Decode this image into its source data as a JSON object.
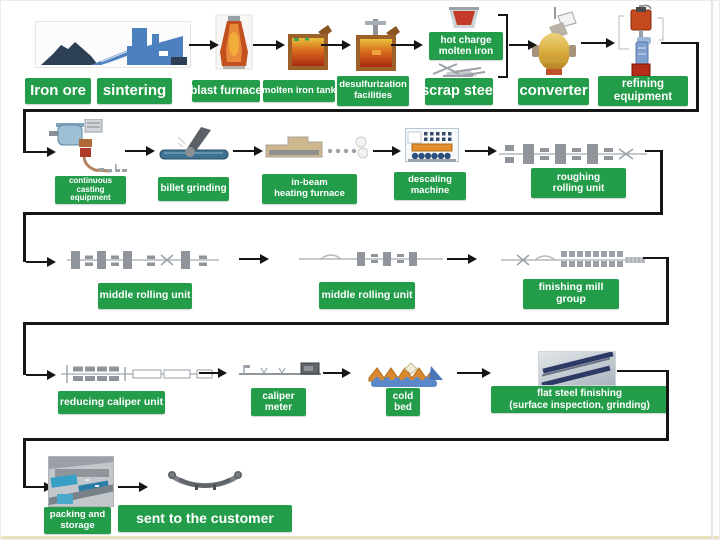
{
  "colors": {
    "label_green": "#249d4b",
    "label_text": "#ffffff",
    "line": "#161616"
  },
  "labels": {
    "iron_ore": "Iron ore",
    "sintering": "sintering",
    "blast_furnace": "blast furnace",
    "molten_iron_tank": "molten iron tank",
    "desulfurization_facilities": "desulfurization facilities",
    "hot_charge_molten_iron": "hot charge molten iron",
    "scrap_steel": "scrap steel",
    "converter": "converter",
    "refining_equipment": "refining equipment",
    "continuous_casting_equipment": "continuous casting equipment",
    "billet_grinding": "billet grinding",
    "in_beam_heating_furnace": {
      "line1": "in-beam",
      "line2": "heating furnace"
    },
    "descaling_machine": "descaling machine",
    "roughing_rolling_unit": {
      "line1": "roughing",
      "line2": "rolling unit"
    },
    "middle_rolling_unit_1": "middle rolling unit",
    "middle_rolling_unit_2": "middle rolling unit",
    "finishing_mill_group": "finishing mill group",
    "reducing_caliper_unit": "reducing caliper unit",
    "caliper_meter": "caliper meter",
    "cold_bed": "cold bed",
    "flat_steel_finishing": {
      "line1": "flat steel finishing",
      "line2": "(surface inspection, grinding)"
    },
    "packing_and_storage": "packing and storage",
    "sent_to_the_customer": "sent to the customer"
  },
  "process_order": [
    "Iron ore",
    "sintering",
    "blast furnace",
    "molten iron tank",
    "desulfurization facilities",
    "scrap steel / hot charge molten iron",
    "converter",
    "refining equipment",
    "continuous casting equipment",
    "billet grinding",
    "in-beam heating furnace",
    "descaling machine",
    "roughing rolling unit",
    "middle rolling unit",
    "middle rolling unit",
    "finishing mill group",
    "reducing caliper unit",
    "caliper meter",
    "cold bed",
    "flat steel finishing (surface inspection, grinding)",
    "packing and storage",
    "sent to the customer"
  ]
}
